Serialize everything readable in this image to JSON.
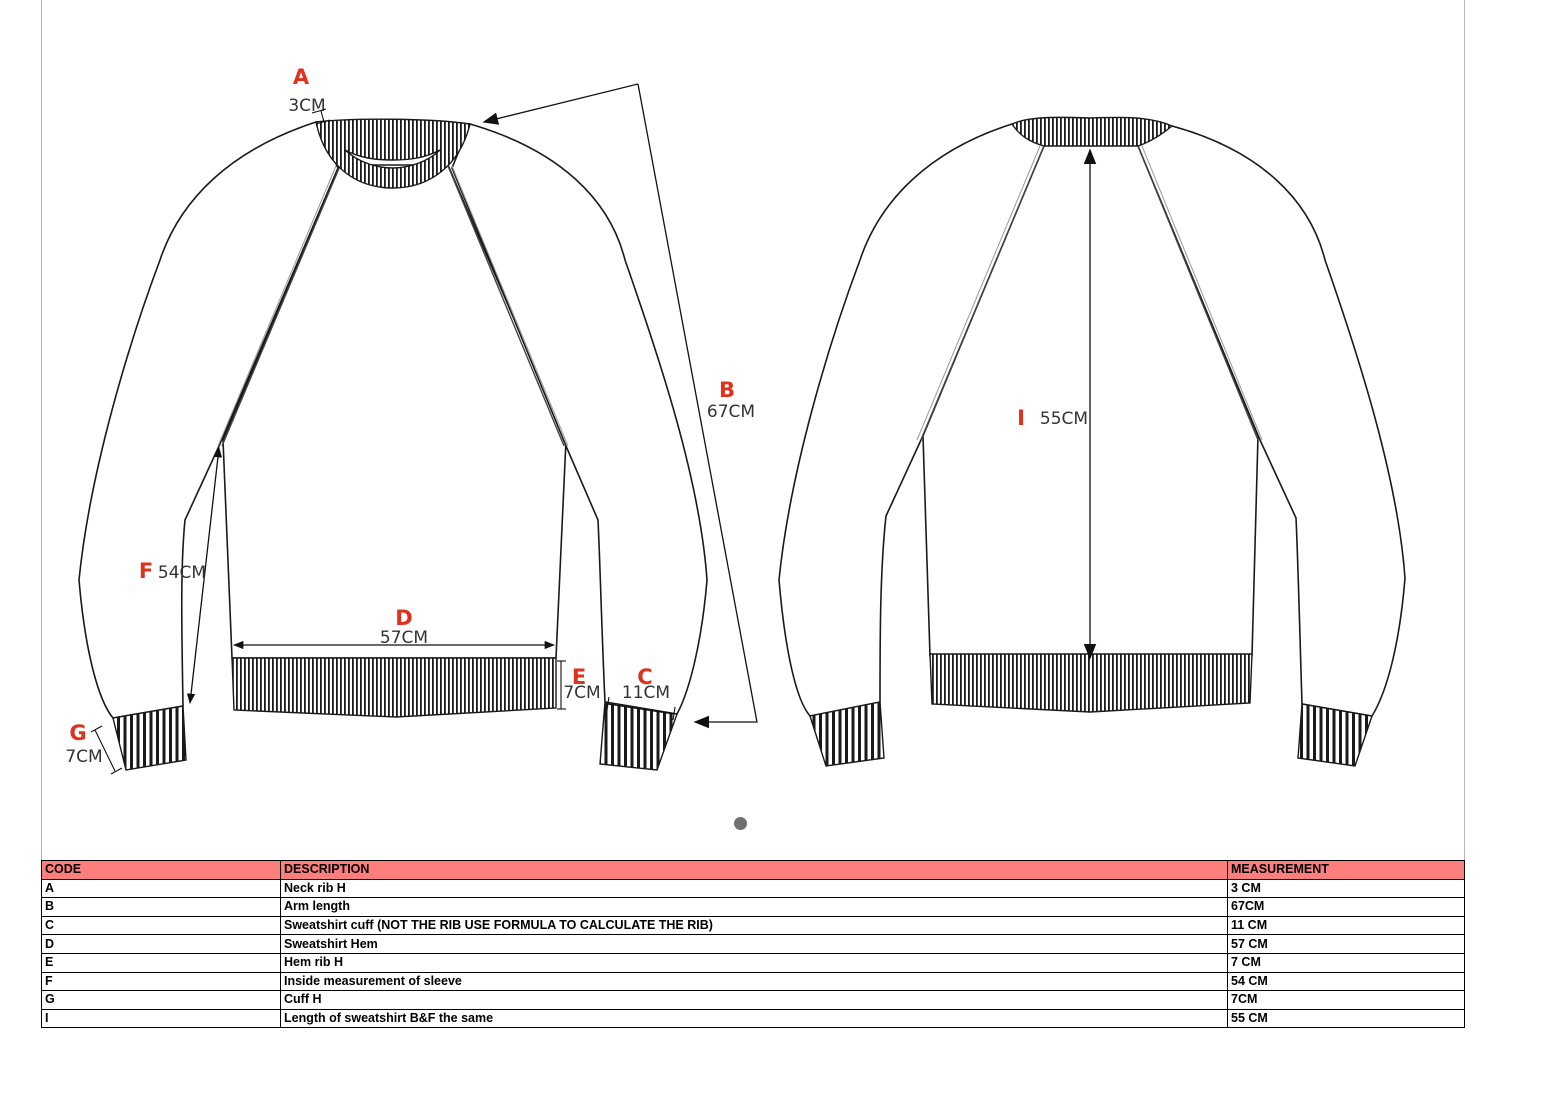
{
  "diagram": {
    "front": {
      "A": {
        "code": "A",
        "value": "3CM"
      },
      "B": {
        "code": "B",
        "value": "67CM"
      },
      "C": {
        "code": "C",
        "value": "11CM"
      },
      "D": {
        "code": "D",
        "value": "57CM"
      },
      "E": {
        "code": "E",
        "value": "7CM"
      },
      "F": {
        "code": "F",
        "value": "54CM"
      },
      "G": {
        "code": "G",
        "value": "7CM"
      }
    },
    "back": {
      "I": {
        "code": "I",
        "value": "55CM"
      }
    }
  },
  "table": {
    "headers": {
      "code": "CODE",
      "description": "DESCRIPTION",
      "measurement": "MEASUREMENT"
    },
    "rows": [
      {
        "code": "A",
        "description": "Neck rib H",
        "measurement": "3 CM"
      },
      {
        "code": "B",
        "description": "Arm length",
        "measurement": "67CM"
      },
      {
        "code": "C",
        "description": "Sweatshirt cuff (NOT THE RIB USE FORMULA TO CALCULATE THE RIB)",
        "measurement": "11 CM"
      },
      {
        "code": "D",
        "description": "Sweatshirt Hem",
        "measurement": "57 CM"
      },
      {
        "code": "E",
        "description": "Hem rib H",
        "measurement": "7 CM"
      },
      {
        "code": "F",
        "description": "Inside measurement of sleeve",
        "measurement": "54 CM"
      },
      {
        "code": "G",
        "description": "Cuff H",
        "measurement": "7CM"
      },
      {
        "code": "I",
        "description": "Length of sweatshirt B&F the same",
        "measurement": "55 CM"
      }
    ]
  },
  "colors": {
    "header_bg": "#fc7f7e",
    "label_red": "#e0311d"
  }
}
